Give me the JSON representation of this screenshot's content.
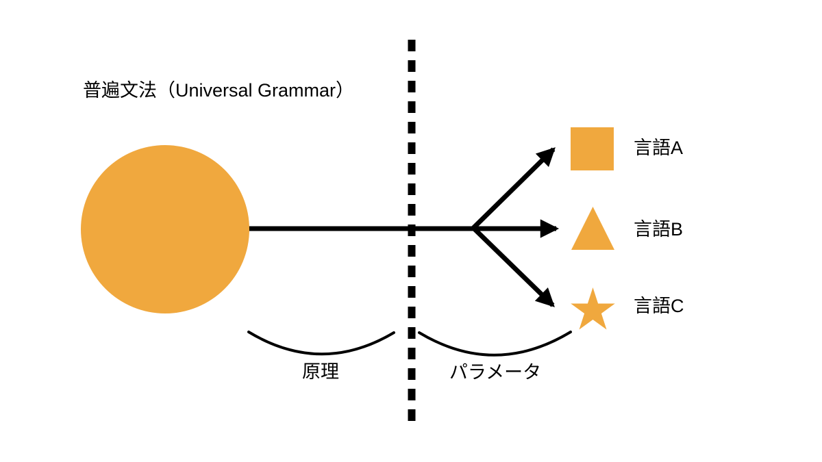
{
  "title": "普遍文法（Universal Grammar）",
  "colors": {
    "accent": "#F0A83E",
    "ink": "#000000"
  },
  "sections": {
    "principles_label": "原理",
    "parameters_label": "パラメータ"
  },
  "languages": [
    {
      "label": "言語A",
      "icon": "square-icon"
    },
    {
      "label": "言語B",
      "icon": "triangle-icon"
    },
    {
      "label": "言語C",
      "icon": "star-icon"
    }
  ]
}
